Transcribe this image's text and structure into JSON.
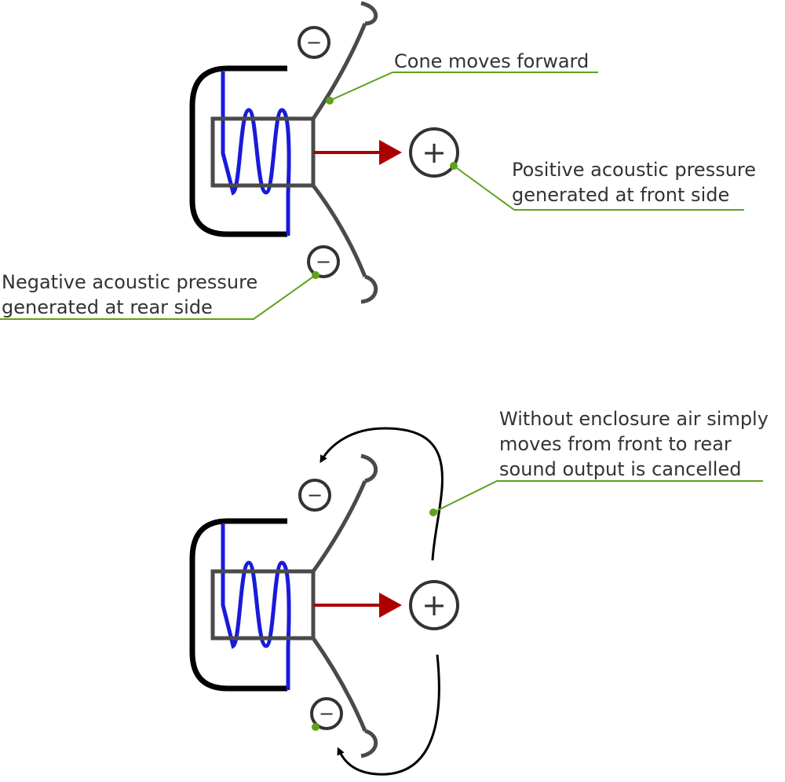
{
  "colors": {
    "frame": "#4a4a4a",
    "magnet": "#000000",
    "coil": "#1a1adb",
    "arrow": "#aa0000",
    "leader": "#5ea11a",
    "text": "#333333"
  },
  "symbols": {
    "minus": "−",
    "plus": "+"
  },
  "top_diagram": {
    "labels": {
      "cone_moves": "Cone moves forward",
      "positive_line1": "Positive acoustic pressure",
      "positive_line2": "generated at front side",
      "negative_line1": "Negative acoustic pressure",
      "negative_line2": "generated at rear side"
    }
  },
  "bottom_diagram": {
    "labels": {
      "note_line1": "Without enclosure air simply",
      "note_line2": "moves from front to rear",
      "note_line3": "sound output is cancelled"
    }
  }
}
